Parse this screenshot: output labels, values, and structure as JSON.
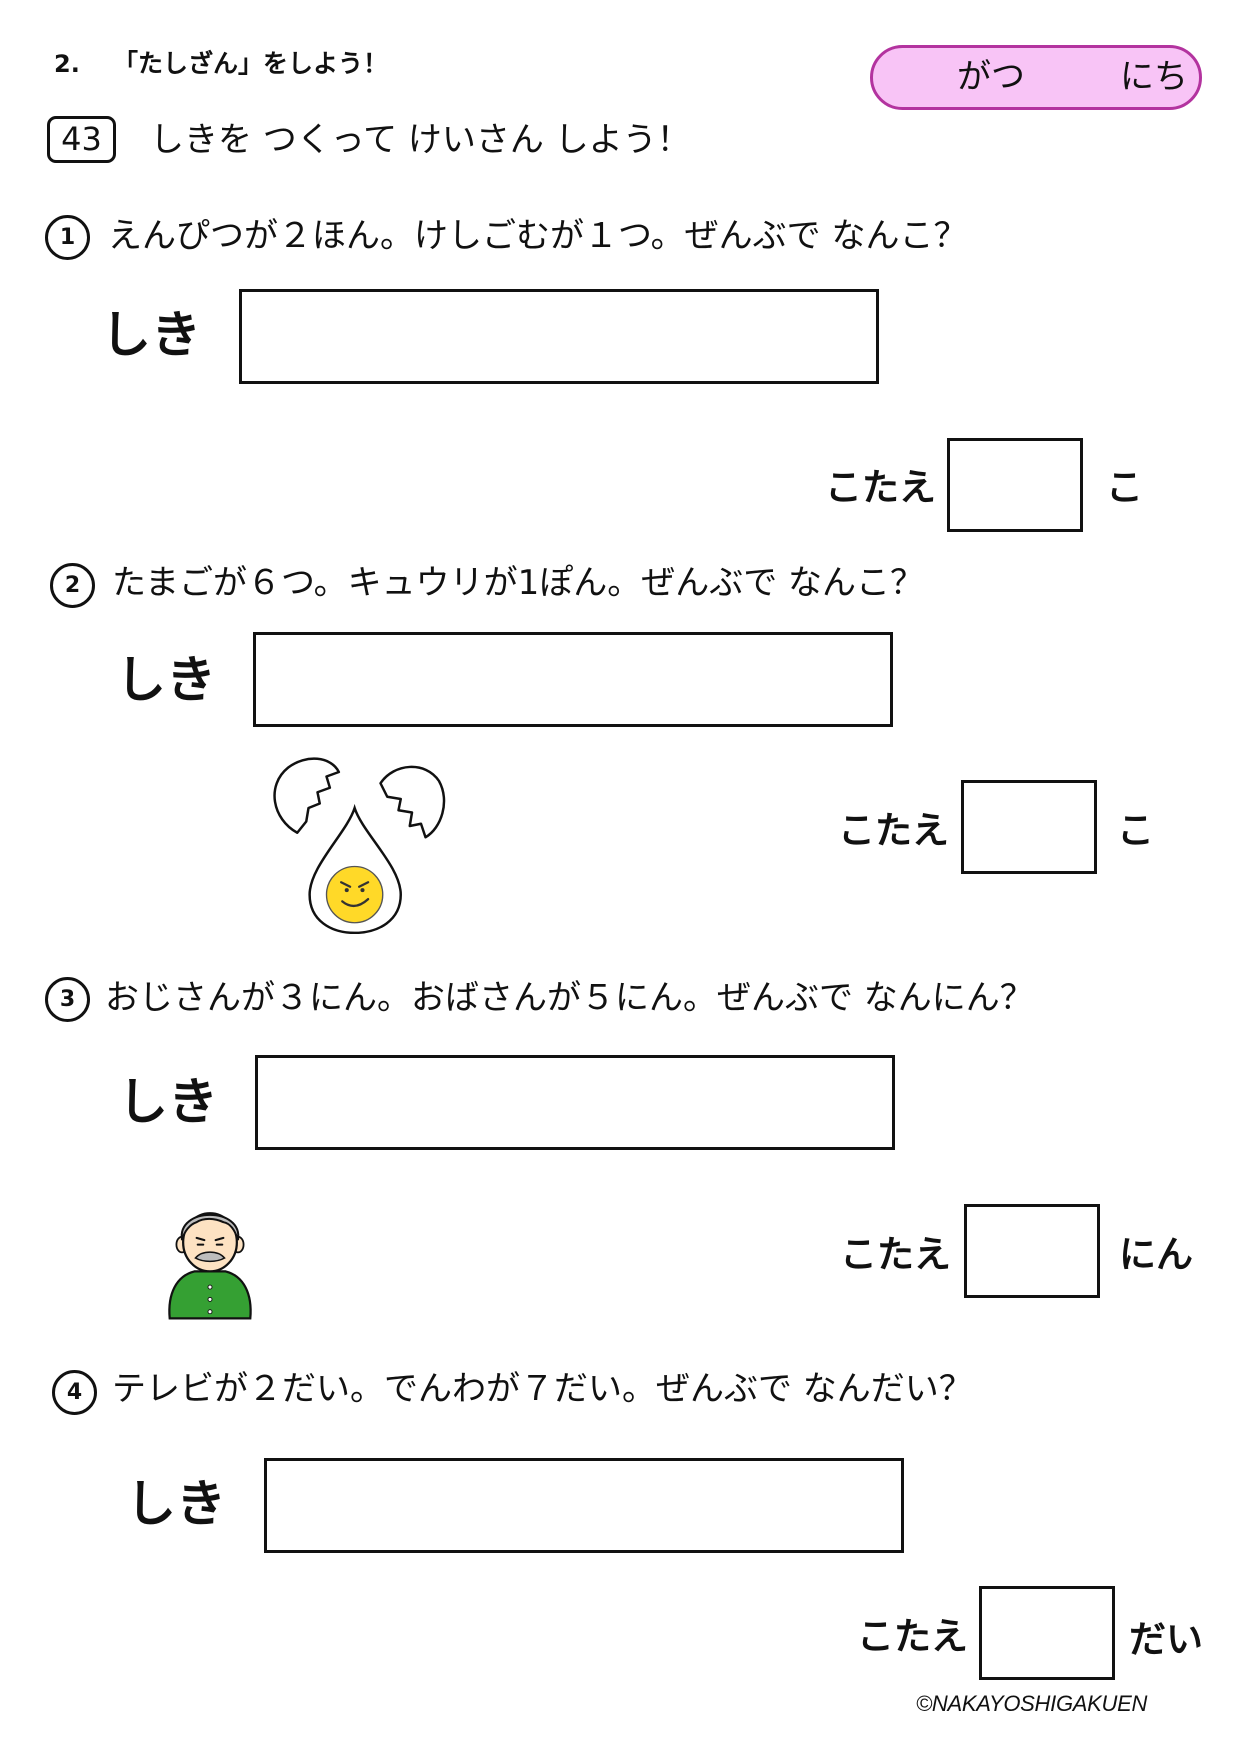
{
  "header": {
    "section_number": "2.",
    "section_title": "「たしざん」をしよう！"
  },
  "date_field": {
    "month_label": "がつ",
    "day_label": "にち"
  },
  "worksheet": {
    "number": "43",
    "instruction": "しきを つくって けいさん しよう！"
  },
  "labels": {
    "formula": "しき",
    "answer": "こたえ"
  },
  "problems": [
    {
      "number": "1",
      "question": "えんぴつが２ほん。けしごむが１つ。ぜんぶで なんこ？",
      "answer_unit": "こ"
    },
    {
      "number": "2",
      "question": "たまごが６つ。キュウリが1ぽん。ぜんぶで なんこ？",
      "answer_unit": "こ",
      "illustration": "cracked-egg"
    },
    {
      "number": "3",
      "question": "おじさんが３にん。おばさんが５にん。ぜんぶで なんにん？",
      "answer_unit": "にん",
      "illustration": "old-man"
    },
    {
      "number": "4",
      "question": "テレビが２だい。でんわが７だい。ぜんぶで なんだい？",
      "answer_unit": "だい"
    }
  ],
  "footer": {
    "copyright": "©NAKAYOSHIGAKUEN"
  },
  "colors": {
    "date_pill_fill": "#f8c4f6",
    "date_pill_border": "#b3339f",
    "egg_yolk": "#ffd928",
    "shirt": "#35a033",
    "hair": "#bdbdbd",
    "skin": "#fde2c2"
  }
}
